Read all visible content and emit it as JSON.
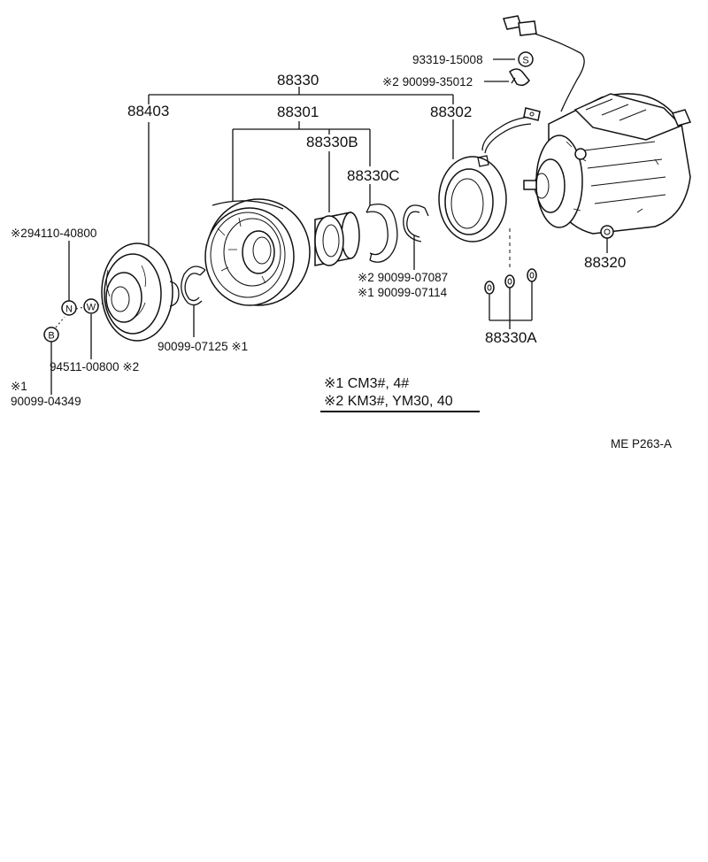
{
  "labels": {
    "pn_93319": "93319-15008",
    "pn_35012": "※2 90099-35012",
    "pn_88330": "88330",
    "pn_88403": "88403",
    "pn_88301": "88301",
    "pn_88302": "88302",
    "pn_88330B": "88330B",
    "pn_88330C": "88330C",
    "pn_94110": "※294110-40800",
    "pn_07087": "※2 90099-07087",
    "pn_07114": "※1 90099-07114",
    "pn_07125": "90099-07125 ※1",
    "pn_94511": "94511-00800 ※2",
    "pn_note1": "※1",
    "pn_04349": "90099-04349",
    "pn_88320": "88320",
    "pn_88330A": "88330A",
    "legend_1": "※1 CM3#, 4#",
    "legend_2": "※2 KM3#, YM30, 40",
    "ref_code": "ME  P263-A"
  },
  "markers": {
    "s": "S",
    "n": "N",
    "w": "W",
    "b": "B"
  }
}
